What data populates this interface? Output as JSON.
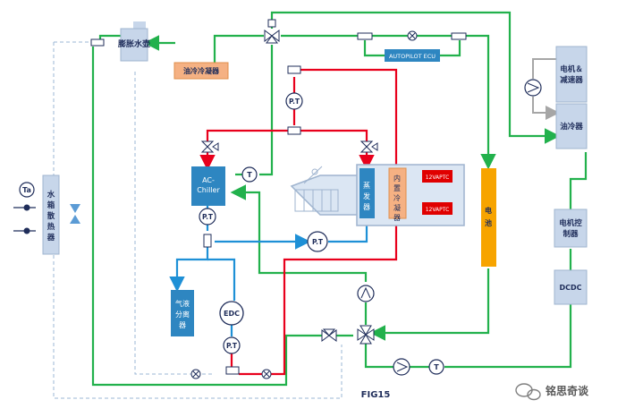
{
  "figure_caption": "FIG15",
  "watermark": "铭思奇谈",
  "components": {
    "expansion_tank": "膨胀水壶",
    "oil_chiller_condenser": "油冷冷凝器",
    "autopilot_ecu": "AUTOPILOT ECU",
    "motor_reducer": "电机＆减速器",
    "oil_cooler": "油冷器",
    "radiator": "水箱散热器",
    "ac_chiller": "AC-Chiller",
    "evaporator": "蒸发器",
    "inner_condenser": "内置冷凝器",
    "ptc_1": "12VAPTC",
    "ptc_2": "12VAPTC",
    "battery": "电池",
    "motor_controller": "电机控制器",
    "dcdc": "DCDC",
    "gas_liquid_separator": "气液分离器",
    "edc": "EDC",
    "ta_sensor": "Ta",
    "pt": "P.T",
    "t": "T"
  },
  "colors": {
    "coolant": "#22b14c",
    "refrigerant_hot": "#e8001c",
    "refrigerant_cold": "#1e90d6",
    "component_blue": "#2e86c1",
    "component_orange": "#f5b183",
    "battery": "#f7a400",
    "ptc_red": "#e00000",
    "panel_blue": "#dbe6f3"
  }
}
